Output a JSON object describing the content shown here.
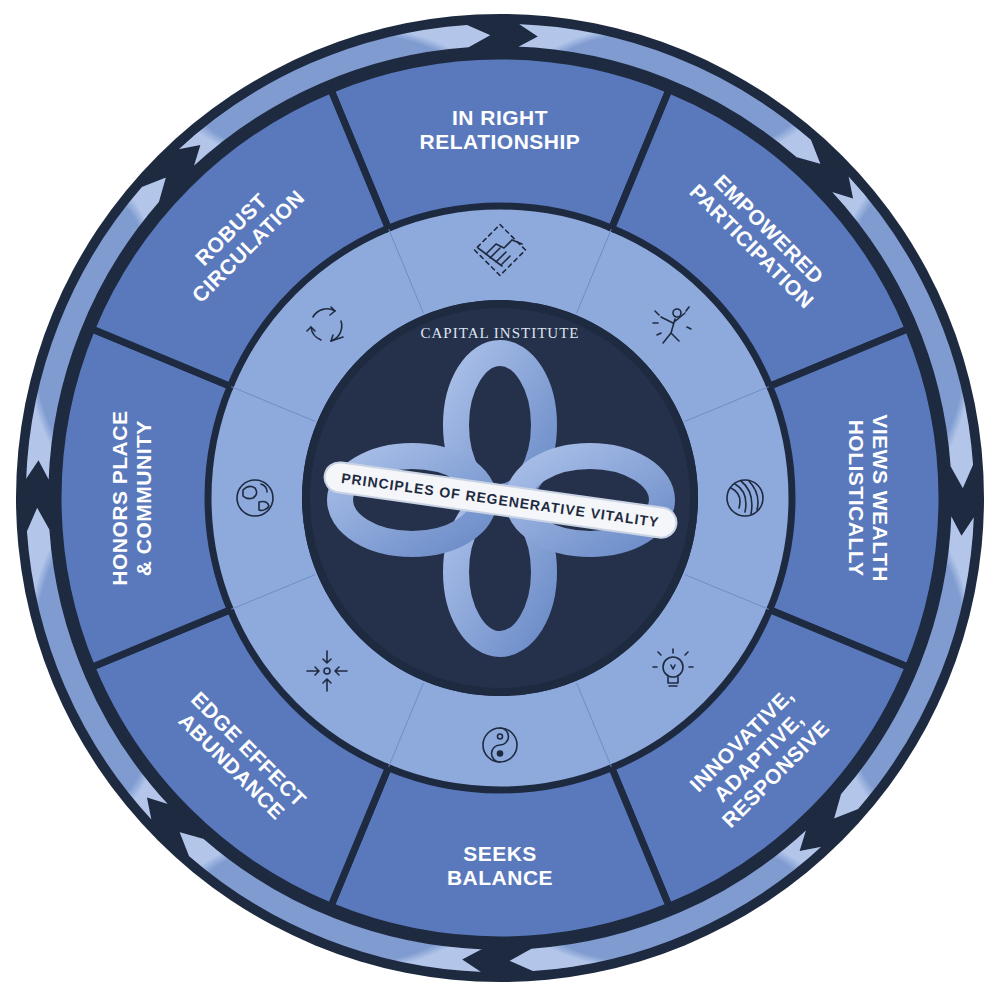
{
  "diagram": {
    "nodes": [
      {
        "text": [
          "CAPITAL INSTITUTE",
          "PRINCIPLES OF REGENERATIVE VITALITY"
        ]
      },
      {
        "text": [
          "IN RIGHT RELATIONSHIP"
        ]
      },
      {
        "text": [
          "EMPOWERED PARTICIPATION"
        ]
      },
      {
        "text": [
          "VIEWS WEALTH HOLISTICALLY"
        ]
      },
      {
        "text": [
          "INNOVATIVE, ADAPTIVE, RESPONSIVE"
        ]
      },
      {
        "text": [
          "SEEKS BALANCE"
        ]
      },
      {
        "text": [
          "EDGE EFFECT ABUNDANCE"
        ]
      },
      {
        "text": [
          "HONORS PLACE & COMMUNITY"
        ]
      },
      {
        "text": [
          "ROBUST CIRCULATION"
        ]
      }
    ]
  }
}
